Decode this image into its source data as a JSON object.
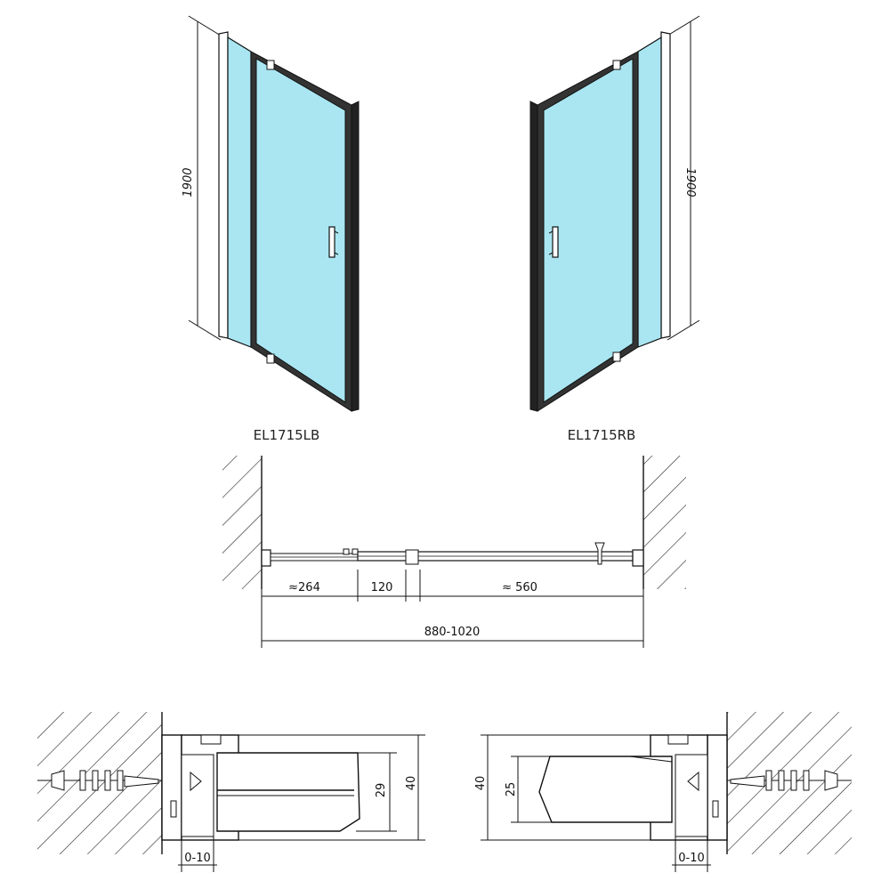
{
  "colors": {
    "glass": "#a9e6f2",
    "line": "#111111",
    "frame": "#333333"
  },
  "elevations": {
    "left": {
      "model": "EL1715LB",
      "height": "1900"
    },
    "right": {
      "model": "EL1715RB",
      "height": "1900"
    }
  },
  "plan": {
    "seg1": "≈264",
    "seg2": "120",
    "seg3": "≈ 560",
    "total": "880-1020"
  },
  "details": {
    "left": {
      "adjust": "0-10",
      "profile": "29",
      "overall": "40"
    },
    "right": {
      "adjust": "0-10",
      "profile": "25",
      "overall": "40"
    }
  }
}
